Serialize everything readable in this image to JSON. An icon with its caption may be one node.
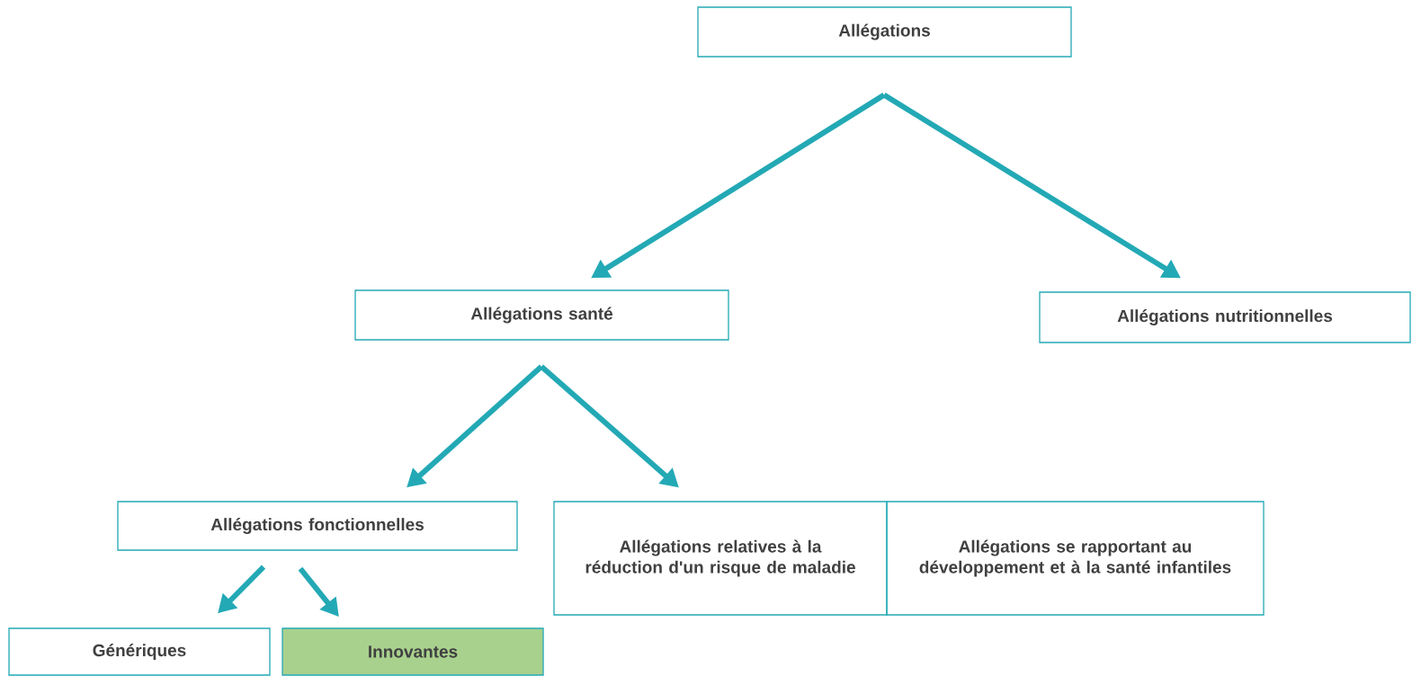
{
  "diagram": {
    "nodes": [
      {
        "text": [
          "Allégations"
        ]
      },
      {
        "text": [
          "Allégations santé"
        ]
      },
      {
        "text": [
          "Allégations nutritionnelles"
        ]
      },
      {
        "text": [
          "Allégations fonctionnelles"
        ]
      },
      {
        "text": [
          "Allégations relatives à la réduction d'un risque de maladie"
        ]
      },
      {
        "text": [
          "Allégations se rapportant au développement et à la santé infantiles"
        ]
      },
      {
        "text": [
          "Génériques"
        ]
      },
      {
        "text": [
          "Innovantes"
        ]
      }
    ],
    "edges": [
      {
        "from": 0,
        "to": 1,
        "arrow": "to"
      },
      {
        "from": 0,
        "to": 2,
        "arrow": "to"
      },
      {
        "from": 1,
        "to": 3,
        "arrow": "to"
      },
      {
        "from": 1,
        "to": 4,
        "arrow": "to"
      },
      {
        "from": 3,
        "to": 6,
        "arrow": "to"
      },
      {
        "from": 3,
        "to": 7,
        "arrow": "to"
      }
    ]
  }
}
